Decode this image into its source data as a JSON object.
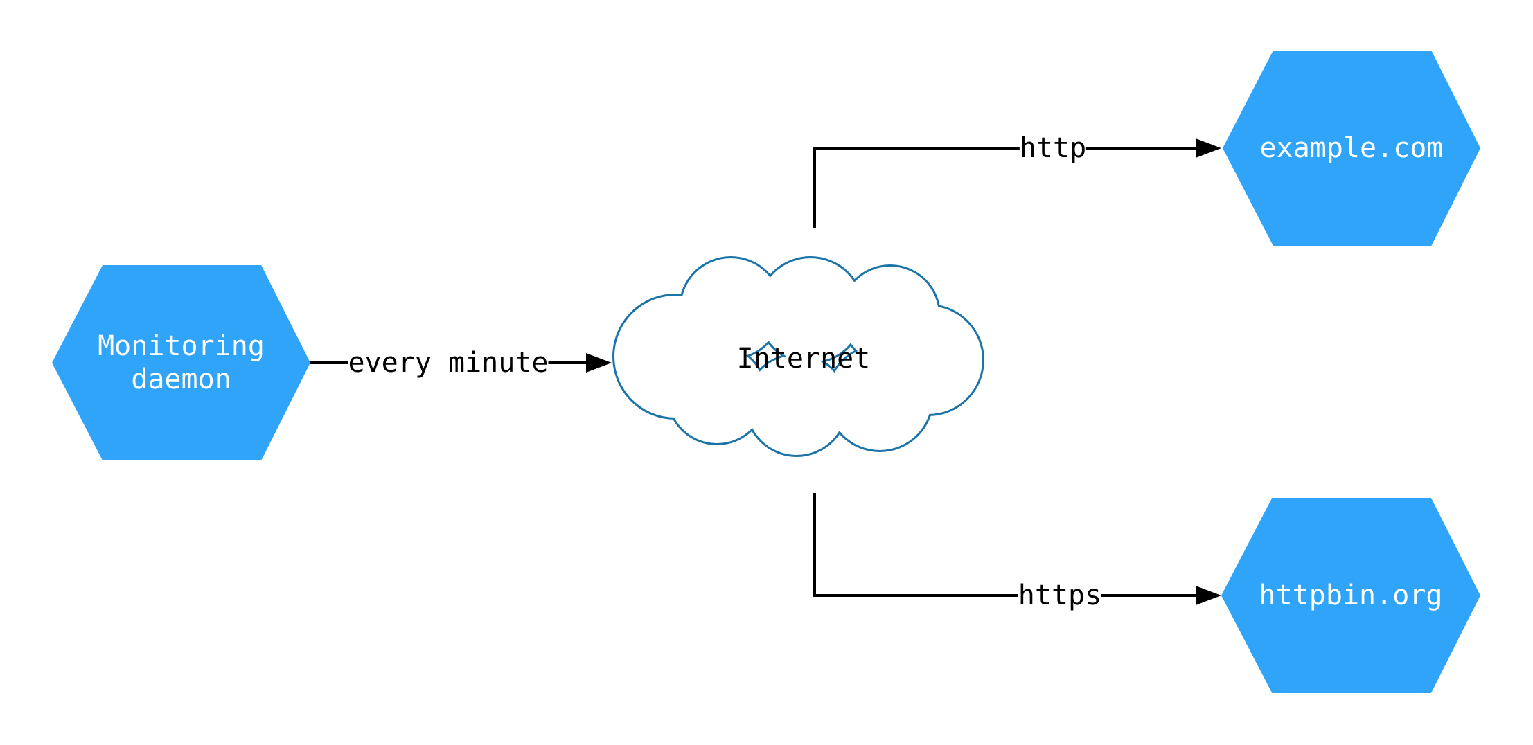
{
  "diagram": {
    "type": "flowchart",
    "nodes": {
      "monitoring_daemon": {
        "label": "Monitoring\ndaemon",
        "shape": "hexagon"
      },
      "internet": {
        "label": "Internet",
        "shape": "cloud"
      },
      "example_com": {
        "label": "example.com",
        "shape": "hexagon"
      },
      "httpbin_org": {
        "label": "httpbin.org",
        "shape": "hexagon"
      }
    },
    "edges": [
      {
        "from": "monitoring_daemon",
        "to": "internet",
        "label": "every minute"
      },
      {
        "from": "internet",
        "to": "example_com",
        "label": "http"
      },
      {
        "from": "internet",
        "to": "httpbin_org",
        "label": "https"
      }
    ],
    "colors": {
      "node_fill": "#2fa4f8",
      "node_text": "#ffffff",
      "cloud_stroke": "#1a74a8",
      "cloud_fill": "#ffffff",
      "edge_color": "#000000",
      "edge_label_text": "#000000",
      "background": "#ffffff"
    }
  }
}
